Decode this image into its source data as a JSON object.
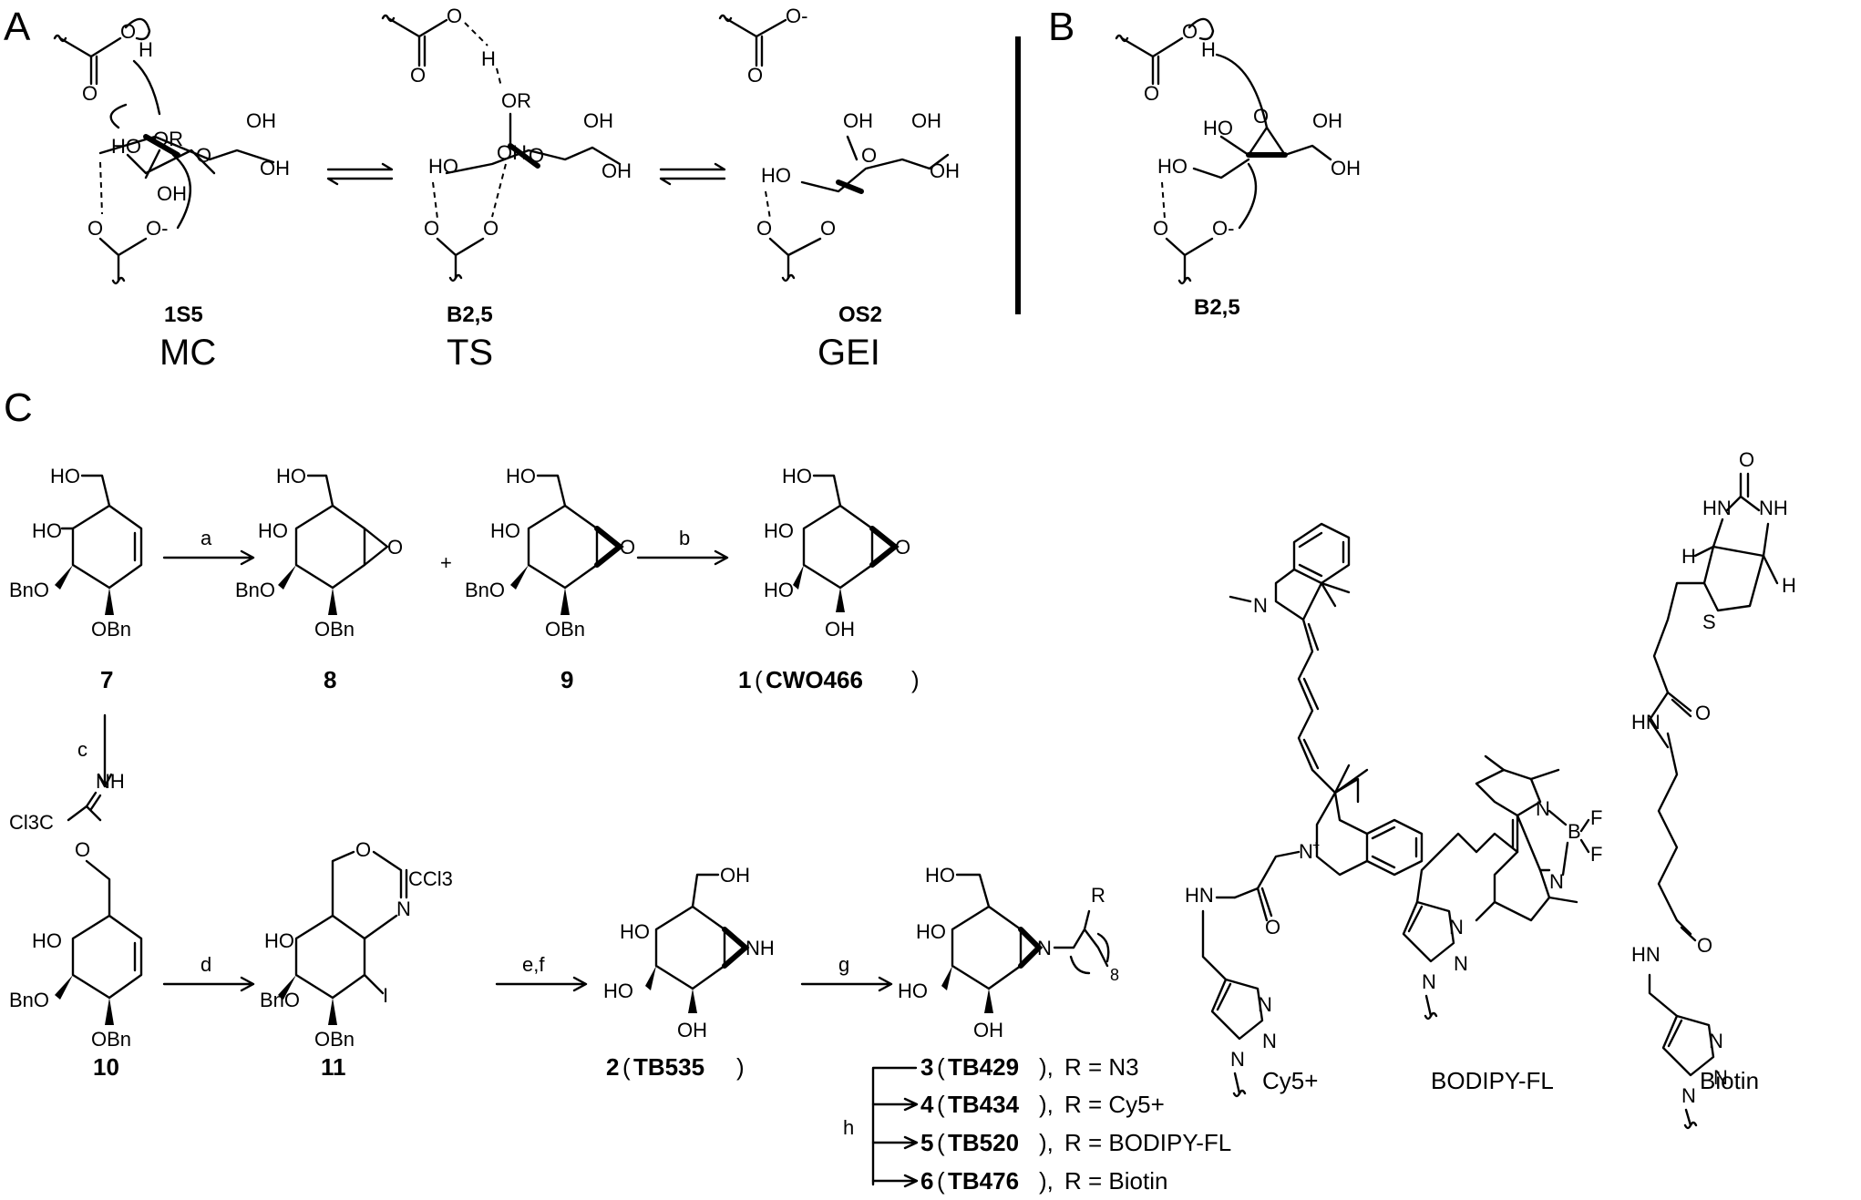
{
  "panels": {
    "a": "A",
    "b": "B",
    "c": "C"
  },
  "conformations": {
    "mc": {
      "code": "1S5",
      "label": "MC"
    },
    "ts": {
      "code": "B2,5",
      "label": "TS"
    },
    "gei": {
      "code": "OS2",
      "label": "GEI"
    },
    "b": {
      "code": "B2,5"
    }
  },
  "atoms": {
    "oh": "OH",
    "ho": "HO",
    "or": "OR",
    "o": "O",
    "h": "H",
    "o_minus": "O-",
    "bno": "BnO",
    "obn": "OBn",
    "i": "I",
    "n": "N",
    "nh": "NH",
    "s": "S",
    "b": "B",
    "f": "F",
    "hn": "HN",
    "cl3c": "Cl3C",
    "ccl3": "CCl3"
  },
  "conditions": {
    "a": "a",
    "b": "b",
    "c": "c",
    "d": "d",
    "ef": "e,f",
    "g": "g",
    "h": "h"
  },
  "compounds": {
    "c7": "7",
    "c8": "8",
    "c9": "9",
    "c1": {
      "num": "1",
      "name": "CWO466"
    },
    "c10": "10",
    "c11": "11",
    "c2": {
      "num": "2",
      "name": "TB535"
    },
    "chain_sub": "8"
  },
  "derivatives": [
    {
      "num": "3",
      "name": "TB429",
      "r": "R = N3"
    },
    {
      "num": "4",
      "name": "TB434",
      "r": "R = Cy5+"
    },
    {
      "num": "5",
      "name": "TB520",
      "r": "R = BODIPY-FL"
    },
    {
      "num": "6",
      "name": "TB476",
      "r": "R = Biotin"
    }
  ],
  "labels": {
    "cy5": "Cy5+",
    "bodipy": "BODIPY-FL",
    "biotin": "Biotin",
    "r": "R"
  }
}
